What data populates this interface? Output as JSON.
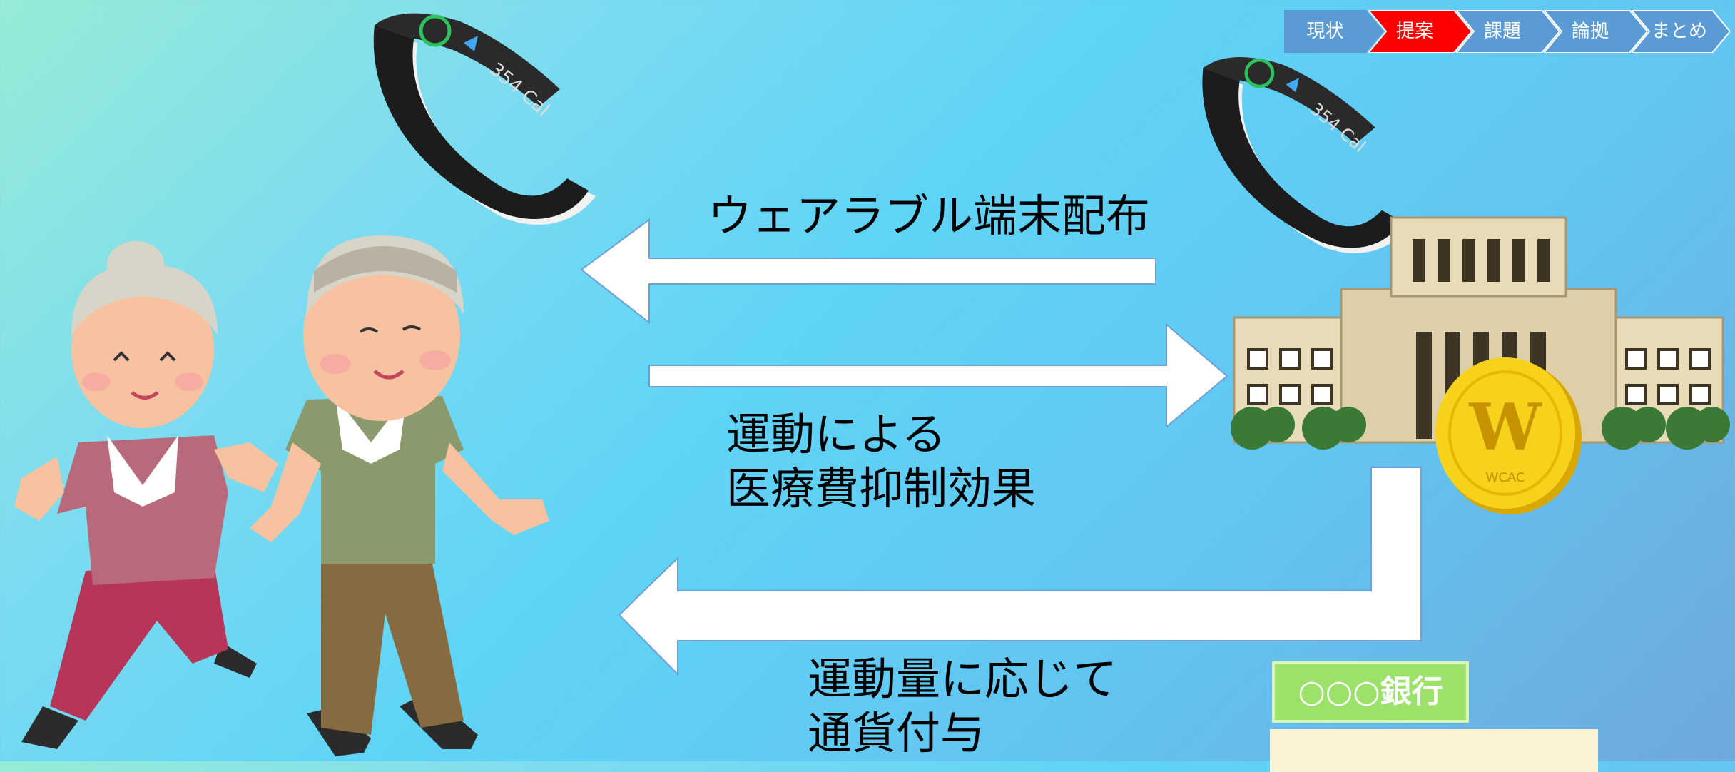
{
  "nav": {
    "steps": [
      {
        "label": "現状",
        "active": false
      },
      {
        "label": "提案",
        "active": true
      },
      {
        "label": "課題",
        "active": false
      },
      {
        "label": "論拠",
        "active": false
      },
      {
        "label": "まとめ",
        "active": false
      }
    ],
    "color_default": "#5b9bd5",
    "color_active": "#ff0000"
  },
  "diagram": {
    "flow_top": "ウェアラブル端末配布",
    "flow_middle_line1": "運動による",
    "flow_middle_line2": "医療費抑制効果",
    "flow_bottom_line1": "運動量に応じて",
    "flow_bottom_line2": "通貨付与",
    "bracelet_text": "354 Cal",
    "coin_letter": "W",
    "coin_text": "WCAC",
    "bank_label": "○○○銀行"
  },
  "colors": {
    "arrow_fill": "#ffffff",
    "arrow_stroke": "#6f9fd8",
    "coin": "#f6d21c"
  }
}
